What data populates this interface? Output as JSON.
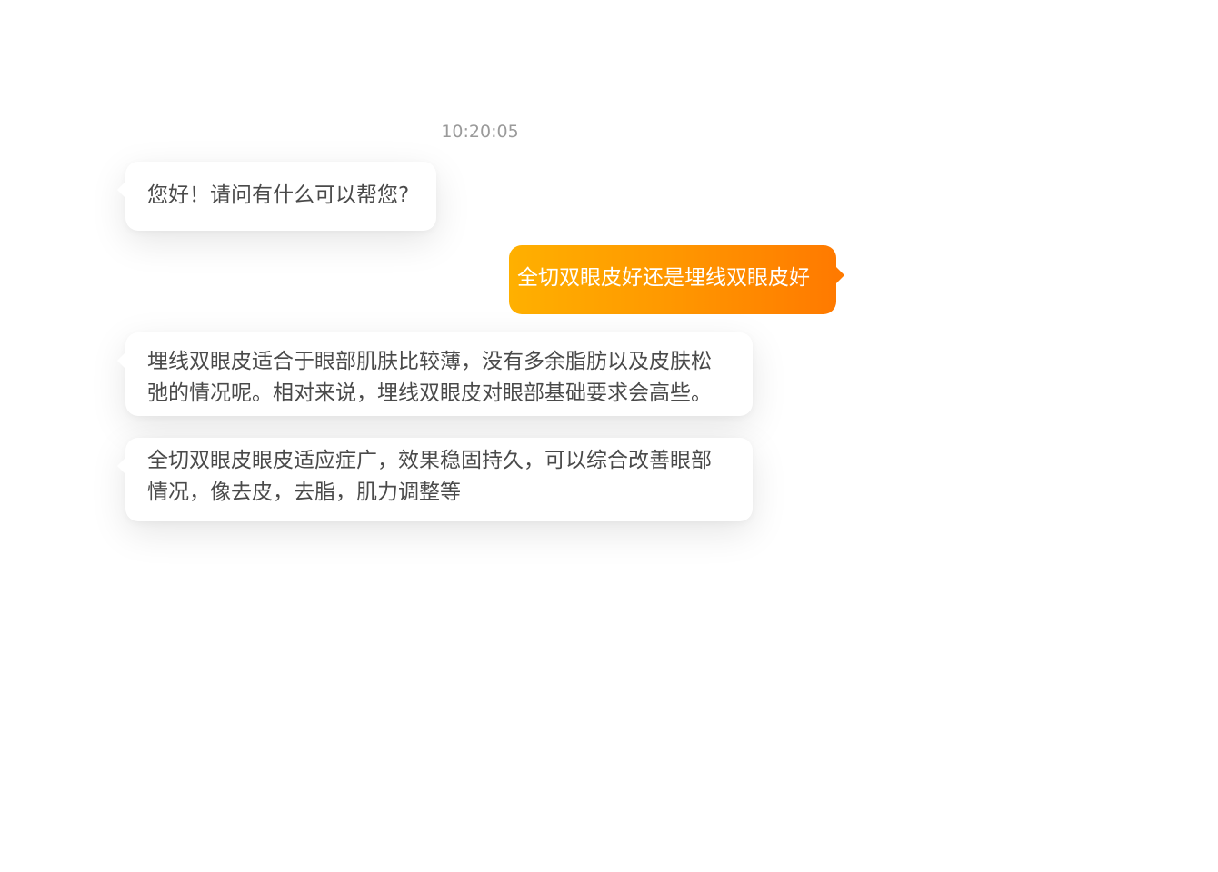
{
  "conversation": {
    "timestamp": "10:20:05",
    "messages": [
      {
        "sender": "agent",
        "text": "您好！请问有什么可以帮您?"
      },
      {
        "sender": "user",
        "text": "全切双眼皮好还是埋线双眼皮好"
      },
      {
        "sender": "agent",
        "text": "埋线双眼皮适合于眼部肌肤比较薄，没有多余脂肪以及皮肤松弛的情况呢。相对来说，埋线双眼皮对眼部基础要求会高些。"
      },
      {
        "sender": "agent",
        "text": "全切双眼皮眼皮适应症广，效果稳固持久，可以综合改善眼部情况，像去皮，去脂，肌力调整等"
      }
    ]
  },
  "colors": {
    "incoming_bubble": "#ffffff",
    "outgoing_gradient_start": "#ffb000",
    "outgoing_gradient_end": "#ff7a00",
    "timestamp_text": "#9a9a9a",
    "message_text": "#4a4a4a"
  }
}
